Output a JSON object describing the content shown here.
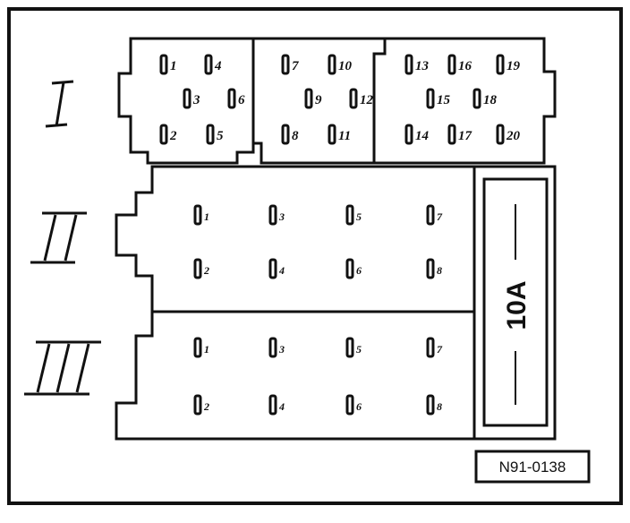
{
  "sections": [
    {
      "label": "I",
      "pins": [
        "1",
        "2",
        "3",
        "4",
        "5",
        "6",
        "7",
        "8",
        "9",
        "10",
        "11",
        "12",
        "13",
        "14",
        "15",
        "16",
        "17",
        "18",
        "19",
        "20"
      ]
    },
    {
      "label": "II",
      "pins": [
        "1",
        "2",
        "3",
        "4",
        "5",
        "6",
        "7",
        "8"
      ]
    },
    {
      "label": "III",
      "pins": [
        "1",
        "2",
        "3",
        "4",
        "5",
        "6",
        "7",
        "8"
      ]
    }
  ],
  "fuse": {
    "rating": "10A"
  },
  "figure_code": "N91-0138",
  "colors": {
    "ink": "#111111",
    "background": "#ffffff"
  }
}
